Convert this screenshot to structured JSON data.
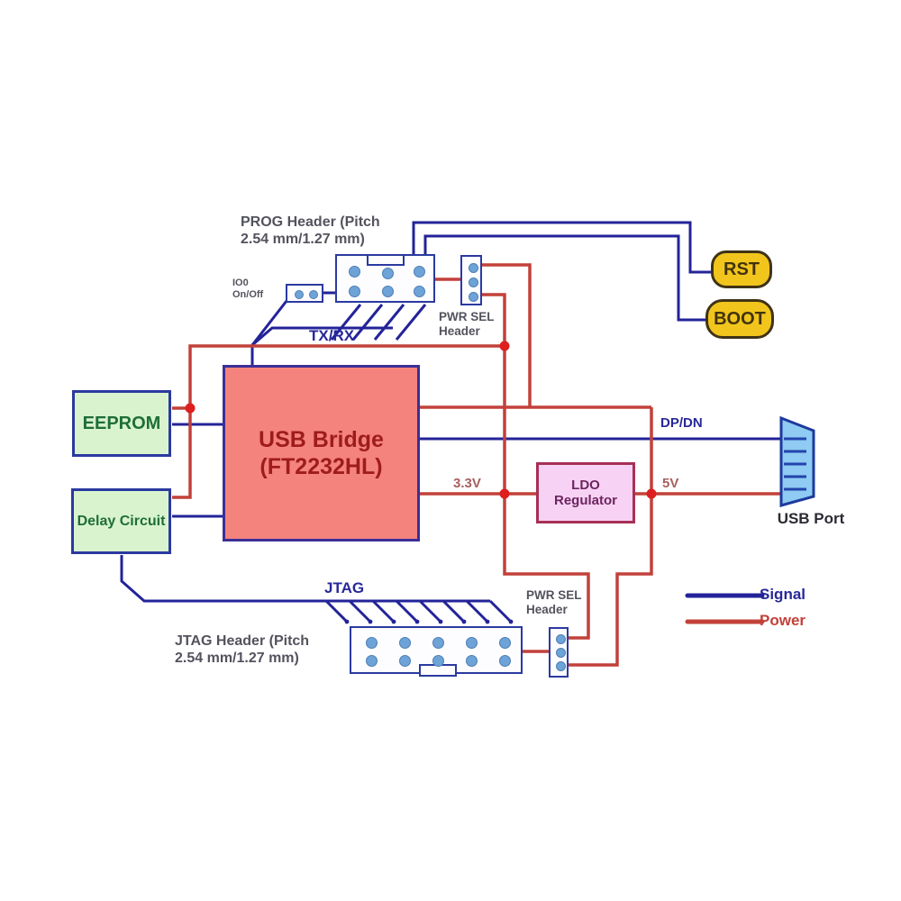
{
  "blocks": {
    "eeprom": {
      "label": "EEPROM"
    },
    "delay_circuit": {
      "label": "Delay Circuit"
    },
    "usb_bridge": {
      "label_line1": "USB Bridge",
      "label_line2": "(FT2232HL)"
    },
    "ldo_regulator": {
      "label": "LDO Regulator"
    },
    "rst_button": {
      "label": "RST"
    },
    "boot_button": {
      "label": "BOOT"
    },
    "usb_port": {
      "label": "USB Port"
    }
  },
  "headers": {
    "prog": {
      "label_line1": "PROG Header (Pitch",
      "label_line2": "2.54 mm/1.27 mm)",
      "pins": 6
    },
    "jtag": {
      "label_line1": "JTAG Header (Pitch",
      "label_line2": "2.54 mm/1.27 mm)",
      "pins": 10
    },
    "io0": {
      "label_line1": "IO0",
      "label_line2": "On/Off",
      "pins": 2
    },
    "pwr_sel_top": {
      "label_line1": "PWR SEL",
      "label_line2": "Header",
      "pins": 3
    },
    "pwr_sel_bottom": {
      "label_line1": "PWR SEL",
      "label_line2": "Header",
      "pins": 3
    }
  },
  "net_labels": {
    "txrx": "TX/RX",
    "jtag": "JTAG",
    "dpdn": "DP/DN",
    "v3_3": "3.3V",
    "v5": "5V"
  },
  "legend": {
    "signal": "Signal",
    "power": "Power"
  },
  "colors": {
    "signal_blue": "#232399",
    "power_red": "#c2413a",
    "junction_red": "#dd1f1f",
    "block_green": "#d9f3cf",
    "block_salmon": "#f5837d",
    "block_pink": "#f8d2f5",
    "button_yellow": "#f2c51d",
    "usb_port_blue": "#8fcbf2",
    "border_navy": "#2b3aa0",
    "label_gray": "#53535e"
  }
}
